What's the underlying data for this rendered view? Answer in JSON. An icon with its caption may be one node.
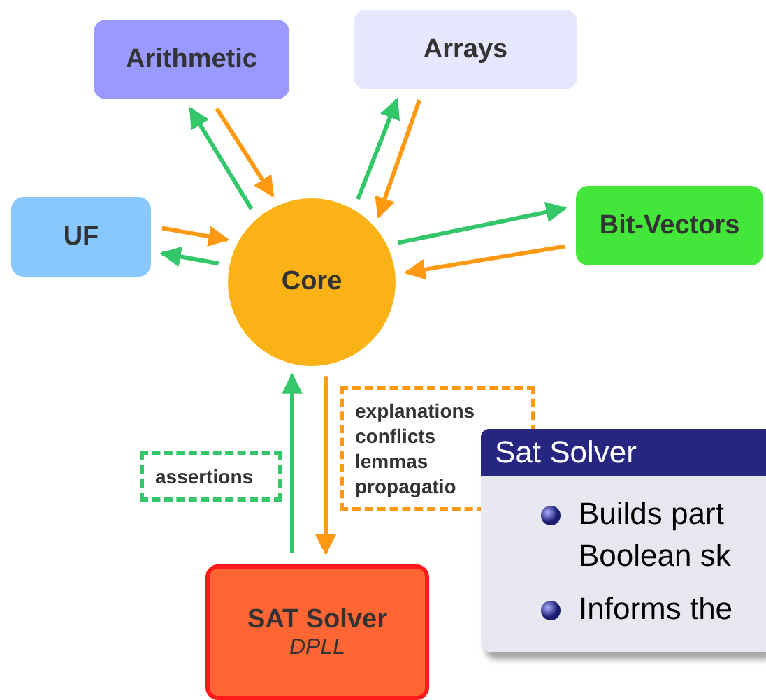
{
  "diagram": {
    "nodes": [
      {
        "text": [
          "Arithmetic"
        ]
      },
      {
        "text": [
          "Arrays"
        ]
      },
      {
        "text": [
          "UF"
        ]
      },
      {
        "text": [
          "Core"
        ]
      },
      {
        "text": [
          "Bit-Vectors"
        ]
      },
      {
        "text": [
          "SAT Solver",
          "DPLL"
        ]
      },
      {
        "text": [
          "Sat Solver",
          "Builds part Boolean sk",
          "Informs the"
        ]
      }
    ],
    "edges": [
      {
        "from": 3,
        "to": 0,
        "arrow": "to",
        "color": "#33c76a"
      },
      {
        "from": 0,
        "to": 3,
        "arrow": "to",
        "color": "#ff9912"
      },
      {
        "from": 3,
        "to": 1,
        "arrow": "to",
        "color": "#33c76a"
      },
      {
        "from": 1,
        "to": 3,
        "arrow": "to",
        "color": "#ff9912"
      },
      {
        "from": 2,
        "to": 3,
        "arrow": "to",
        "color": "#ff9912"
      },
      {
        "from": 3,
        "to": 2,
        "arrow": "to",
        "color": "#33c76a"
      },
      {
        "from": 3,
        "to": 4,
        "arrow": "to",
        "color": "#33c76a"
      },
      {
        "from": 4,
        "to": 3,
        "arrow": "to",
        "color": "#ff9912"
      },
      {
        "from": 5,
        "to": 3,
        "arrow": "to",
        "color": "#33c76a",
        "label": "assertions"
      },
      {
        "from": 3,
        "to": 5,
        "arrow": "to",
        "color": "#ff9912",
        "label": "explanations conflicts lemmas propagatio"
      }
    ]
  }
}
